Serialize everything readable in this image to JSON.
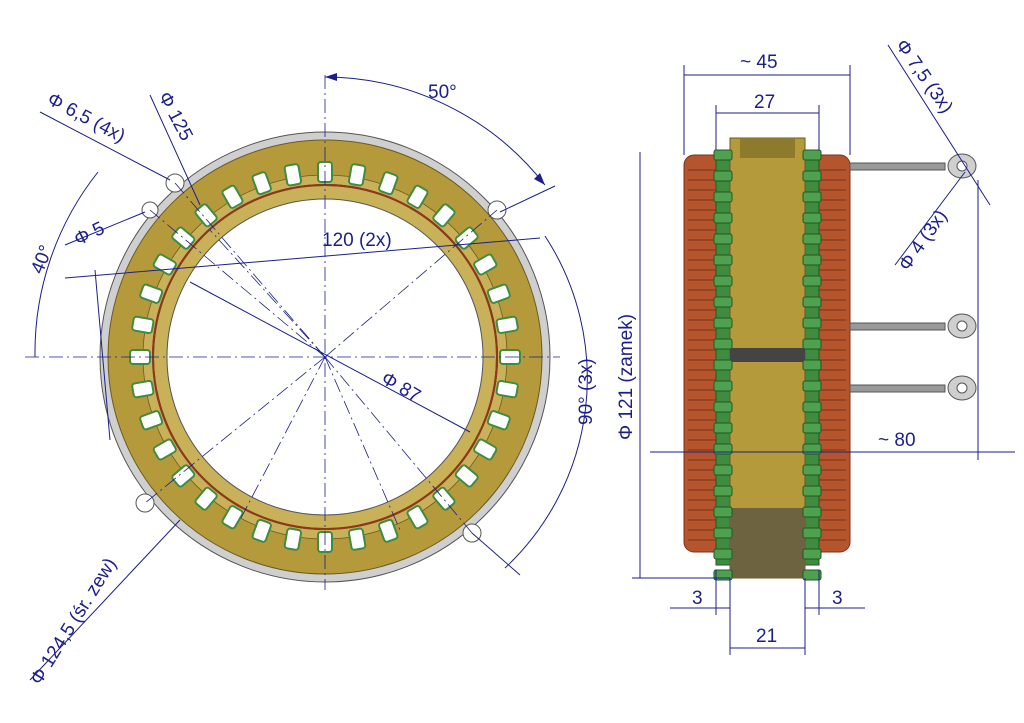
{
  "colors": {
    "dimension": "#1b1f8a",
    "lamination": "#b59a3c",
    "lamination_dark": "#7a6423",
    "copper": "#b5552e",
    "copper_dark": "#7a3318",
    "insulation_green": "#3f8b3f",
    "steel_gray": "#9a9a9a",
    "background": "#ffffff"
  },
  "front_view": {
    "dimensions": {
      "hole_65": "Φ 6,5 (4x)",
      "od_125": "Φ 125",
      "angle_50": "50°",
      "hole_5": "Φ 5",
      "angle_40": "40°",
      "dist_120": "120 (2x)",
      "id_87": "Φ 87",
      "angle_90": "90° (3x)",
      "od_1245": "Φ 124,5 (śr. zew)"
    }
  },
  "side_view": {
    "dimensions": {
      "width_45": "~ 45",
      "width_27": "27",
      "lug_75": "Φ 7,5 (3x)",
      "lug_4": "Φ 4 (3x)",
      "lock_121": "Φ 121 (zamek)",
      "length_80": "~ 80",
      "gap_left_3": "3",
      "gap_right_3": "3",
      "width_21": "21"
    },
    "icons": [
      "lead-terminal-icon",
      "lead-terminal-icon",
      "lead-terminal-icon"
    ]
  }
}
